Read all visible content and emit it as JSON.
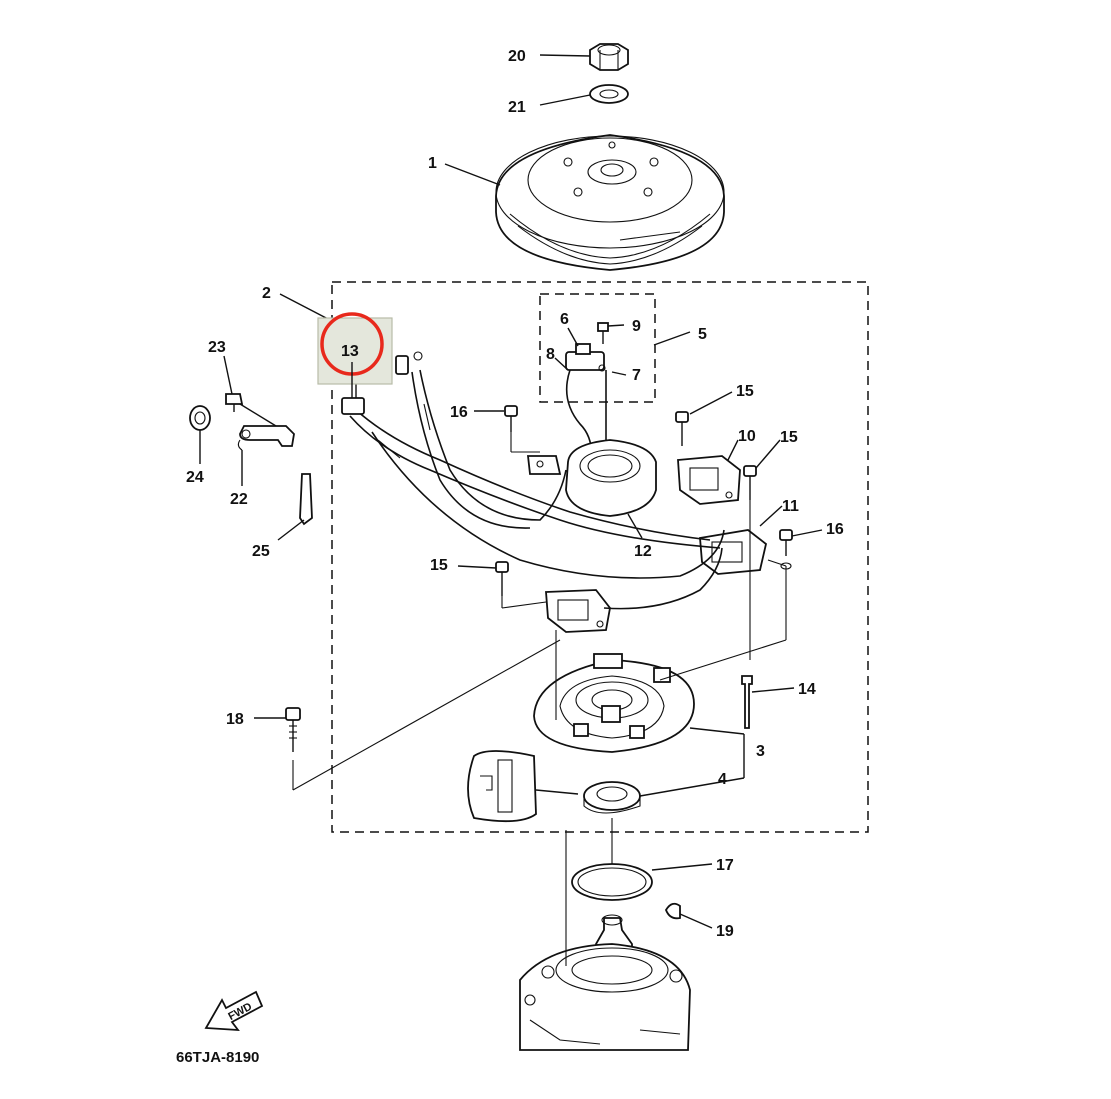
{
  "diagram": {
    "drawing_code": "66TJA-8190",
    "fwd_label": "FWD",
    "highlight_color": "#e8291c",
    "highlighted_part": "13",
    "callouts": {
      "p1": "1",
      "p2": "2",
      "p3": "3",
      "p4": "4",
      "p5": "5",
      "p6": "6",
      "p7": "7",
      "p8": "8",
      "p9": "9",
      "p10": "10",
      "p11": "11",
      "p12": "12",
      "p13": "13",
      "p14": "14",
      "p15a": "15",
      "p15b": "15",
      "p15c": "15",
      "p16a": "16",
      "p16b": "16",
      "p17": "17",
      "p18": "18",
      "p19": "19",
      "p20": "20",
      "p21": "21",
      "p22": "22",
      "p23": "23",
      "p24": "24",
      "p25": "25"
    }
  }
}
